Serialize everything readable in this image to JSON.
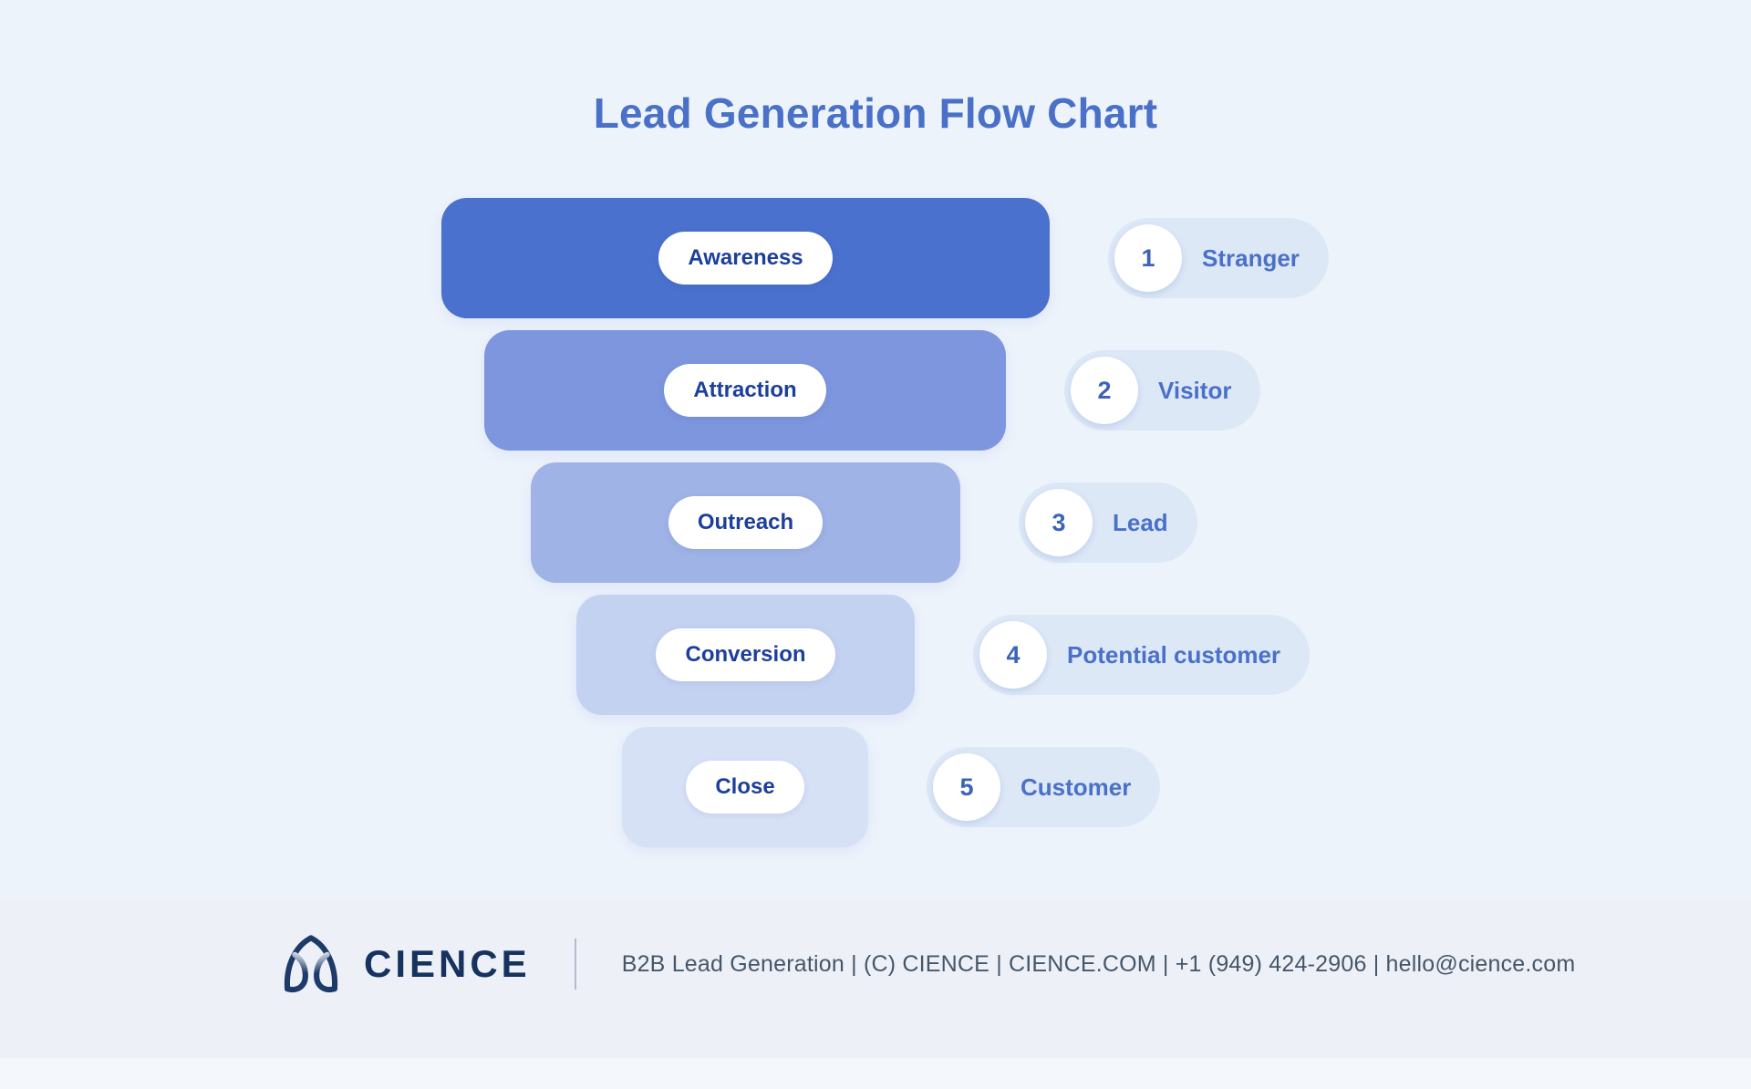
{
  "title": "Lead Generation Flow Chart",
  "funnel": {
    "stages": [
      {
        "label": "Awareness",
        "step": "1",
        "result": "Stranger",
        "bar_color": "#4a71cd"
      },
      {
        "label": "Attraction",
        "step": "2",
        "result": "Visitor",
        "bar_color": "#7d96dd"
      },
      {
        "label": "Outreach",
        "step": "3",
        "result": "Lead",
        "bar_color": "#a0b3e6"
      },
      {
        "label": "Conversion",
        "step": "4",
        "result": "Potential customer",
        "bar_color": "#c4d2f1"
      },
      {
        "label": "Close",
        "step": "5",
        "result": "Customer",
        "bar_color": "#d7e1f6"
      }
    ]
  },
  "footer": {
    "brand": "CIENCE",
    "info": "B2B Lead Generation | (C) CIENCE | CIENCE.COM | +1 (949) 424-2906 | hello@cience.com"
  },
  "colors": {
    "page_bg": "#edf3fb",
    "title": "#4a70c7",
    "stage_label_text": "#1c3f9c",
    "stage_label_bg": "#ffffff",
    "result_pill_bg": "#dde8f7",
    "result_number": "#3b63b8",
    "result_text": "#4a70c9",
    "brand_navy": "#16335f",
    "footer_text": "#46566a"
  }
}
